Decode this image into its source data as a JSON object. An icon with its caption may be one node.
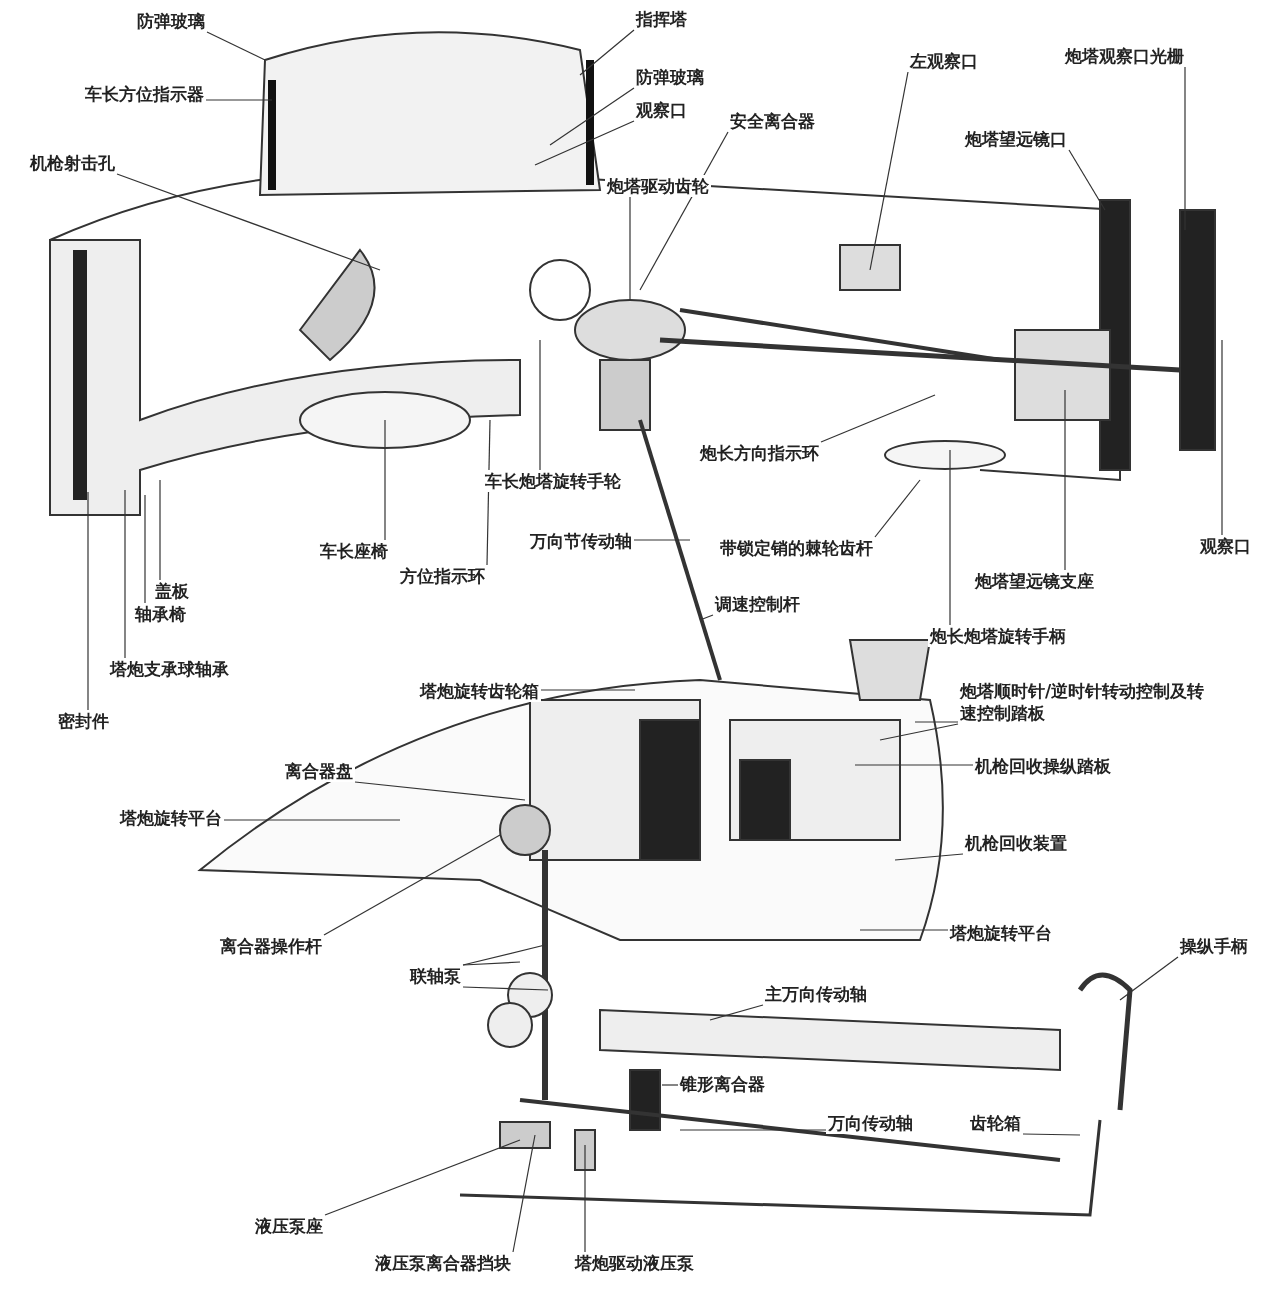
{
  "diagram": {
    "nodes": [
      {
        "text": [
          "防弹玻璃"
        ]
      },
      {
        "text": [
          "车长方位指示器"
        ]
      },
      {
        "text": [
          "机枪射击孔"
        ]
      },
      {
        "text": [
          "指挥塔"
        ]
      },
      {
        "text": [
          "防弹玻璃"
        ]
      },
      {
        "text": [
          "观察口"
        ]
      },
      {
        "text": [
          "安全离合器"
        ]
      },
      {
        "text": [
          "炮塔驱动齿轮"
        ]
      },
      {
        "text": [
          "左观察口"
        ]
      },
      {
        "text": [
          "炮塔观察口光栅"
        ]
      },
      {
        "text": [
          "炮塔望远镜口"
        ]
      },
      {
        "text": [
          "炮长方向指示环"
        ]
      },
      {
        "text": [
          "车长炮塔旋转手轮"
        ]
      },
      {
        "text": [
          "万向节传动轴"
        ]
      },
      {
        "text": [
          "带锁定销的棘轮齿杆"
        ]
      },
      {
        "text": [
          "炮塔望远镜支座"
        ]
      },
      {
        "text": [
          "观察口"
        ]
      },
      {
        "text": [
          "炮长炮塔旋转手柄"
        ]
      },
      {
        "text": [
          "调速控制杆"
        ]
      },
      {
        "text": [
          "车长座椅"
        ]
      },
      {
        "text": [
          "方位指示环"
        ]
      },
      {
        "text": [
          "盖板"
        ]
      },
      {
        "text": [
          "轴承椅"
        ]
      },
      {
        "text": [
          "塔炮支承球轴承"
        ]
      },
      {
        "text": [
          "密封件"
        ]
      },
      {
        "text": [
          "塔炮旋转齿轮箱"
        ]
      },
      {
        "text": [
          "炮塔顺时针/逆时针转动控制及转速控制踏板"
        ]
      },
      {
        "text": [
          "机枪回收操纵踏板"
        ]
      },
      {
        "text": [
          "离合器盘"
        ]
      },
      {
        "text": [
          "塔炮旋转平台"
        ]
      },
      {
        "text": [
          "机枪回收装置"
        ]
      },
      {
        "text": [
          "塔炮旋转平台"
        ]
      },
      {
        "text": [
          "离合器操作杆"
        ]
      },
      {
        "text": [
          "联轴泵"
        ]
      },
      {
        "text": [
          "操纵手柄"
        ]
      },
      {
        "text": [
          "主万向传动轴"
        ]
      },
      {
        "text": [
          "锥形离合器"
        ]
      },
      {
        "text": [
          "万向传动轴"
        ]
      },
      {
        "text": [
          "齿轮箱"
        ]
      },
      {
        "text": [
          "液压泵座"
        ]
      },
      {
        "text": [
          "液压泵离合器挡块"
        ]
      },
      {
        "text": [
          "塔炮驱动液压泵"
        ]
      }
    ],
    "edges": [
      {
        "from": 0,
        "to": null,
        "arrow": "none"
      },
      {
        "from": 1,
        "to": null,
        "arrow": "none"
      },
      {
        "from": 2,
        "to": null,
        "arrow": "none"
      },
      {
        "from": 3,
        "to": null,
        "arrow": "none"
      },
      {
        "from": 4,
        "to": null,
        "arrow": "none"
      },
      {
        "from": 5,
        "to": null,
        "arrow": "none"
      },
      {
        "from": 6,
        "to": null,
        "arrow": "none"
      },
      {
        "from": 7,
        "to": null,
        "arrow": "none"
      },
      {
        "from": 8,
        "to": null,
        "arrow": "none"
      },
      {
        "from": 9,
        "to": null,
        "arrow": "none"
      },
      {
        "from": 10,
        "to": null,
        "arrow": "none"
      },
      {
        "from": 11,
        "to": null,
        "arrow": "none"
      },
      {
        "from": 12,
        "to": null,
        "arrow": "none"
      },
      {
        "from": 13,
        "to": null,
        "arrow": "none"
      },
      {
        "from": 14,
        "to": null,
        "arrow": "none"
      },
      {
        "from": 15,
        "to": null,
        "arrow": "none"
      },
      {
        "from": 16,
        "to": null,
        "arrow": "none"
      },
      {
        "from": 17,
        "to": null,
        "arrow": "none"
      },
      {
        "from": 18,
        "to": null,
        "arrow": "none"
      },
      {
        "from": 19,
        "to": null,
        "arrow": "none"
      },
      {
        "from": 20,
        "to": null,
        "arrow": "none"
      },
      {
        "from": 21,
        "to": null,
        "arrow": "none"
      },
      {
        "from": 22,
        "to": null,
        "arrow": "none"
      },
      {
        "from": 23,
        "to": null,
        "arrow": "none"
      },
      {
        "from": 24,
        "to": null,
        "arrow": "none"
      },
      {
        "from": 25,
        "to": null,
        "arrow": "none"
      },
      {
        "from": 26,
        "to": null,
        "arrow": "none"
      },
      {
        "from": 26,
        "to": null,
        "arrow": "none"
      },
      {
        "from": 27,
        "to": null,
        "arrow": "none"
      },
      {
        "from": 28,
        "to": null,
        "arrow": "none"
      },
      {
        "from": 29,
        "to": null,
        "arrow": "none"
      },
      {
        "from": 30,
        "to": null,
        "arrow": "none"
      },
      {
        "from": 31,
        "to": null,
        "arrow": "none"
      },
      {
        "from": 32,
        "to": null,
        "arrow": "none"
      },
      {
        "from": 33,
        "to": null,
        "arrow": "none"
      },
      {
        "from": 33,
        "to": null,
        "arrow": "none"
      },
      {
        "from": 33,
        "to": null,
        "arrow": "none"
      },
      {
        "from": 34,
        "to": null,
        "arrow": "none"
      },
      {
        "from": 35,
        "to": null,
        "arrow": "none"
      },
      {
        "from": 36,
        "to": null,
        "arrow": "none"
      },
      {
        "from": 37,
        "to": null,
        "arrow": "none"
      },
      {
        "from": 38,
        "to": null,
        "arrow": "none"
      },
      {
        "from": 39,
        "to": null,
        "arrow": "none"
      },
      {
        "from": 40,
        "to": null,
        "arrow": "none"
      },
      {
        "from": 41,
        "to": null,
        "arrow": "none"
      }
    ]
  }
}
